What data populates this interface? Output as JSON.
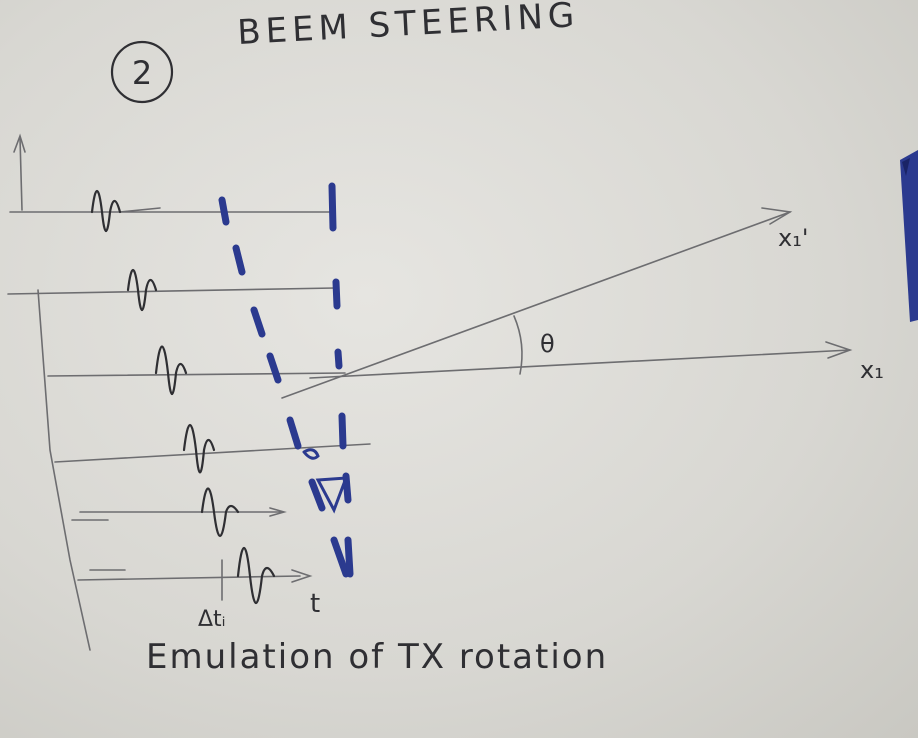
{
  "title": "BEEM STEERING",
  "step_number": "2",
  "caption": "Emulation of TX rotation",
  "labels": {
    "theta": "θ",
    "x1": "x₁",
    "x1_prime": "x₁'",
    "t": "t",
    "delta_t": "Δtᵢ"
  },
  "colors": {
    "paper": "#e3e2de",
    "pencil": "#2f2f33",
    "marker_blue": "#2b3a8f"
  }
}
